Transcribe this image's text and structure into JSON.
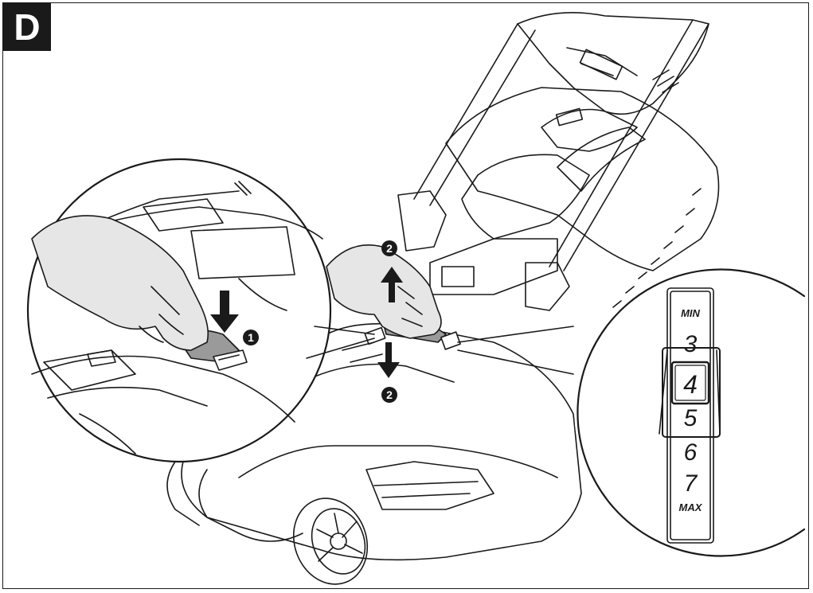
{
  "figure": {
    "label": "D",
    "step_one": "1",
    "step_two": "2"
  },
  "height_scale": {
    "min_label": "MIN",
    "max_label": "MAX",
    "numbers": [
      "3",
      "4",
      "5",
      "6",
      "7"
    ],
    "selected": "4"
  },
  "colors": {
    "line": "#1a1a1a",
    "hand_fill": "#e6e6e6",
    "lever_fill": "#9a9a9a",
    "badge": "#1a1a1a"
  }
}
